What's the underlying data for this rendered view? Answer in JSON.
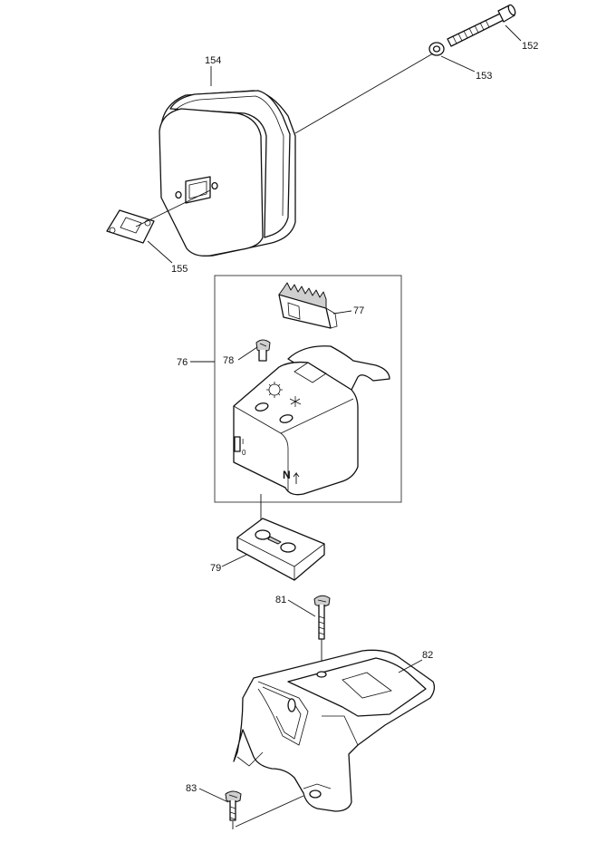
{
  "diagram": {
    "parts": [
      {
        "id": "p152",
        "label": "152"
      },
      {
        "id": "p153",
        "label": "153"
      },
      {
        "id": "p154",
        "label": "154"
      },
      {
        "id": "p155",
        "label": "155"
      },
      {
        "id": "p77",
        "label": "77"
      },
      {
        "id": "p76",
        "label": "76"
      },
      {
        "id": "p78",
        "label": "78"
      },
      {
        "id": "p79",
        "label": "79"
      },
      {
        "id": "p81",
        "label": "81"
      },
      {
        "id": "p82",
        "label": "82"
      },
      {
        "id": "p83",
        "label": "83"
      }
    ],
    "switch_markings": {
      "stop": "0",
      "run": "I",
      "choke": "N"
    }
  }
}
